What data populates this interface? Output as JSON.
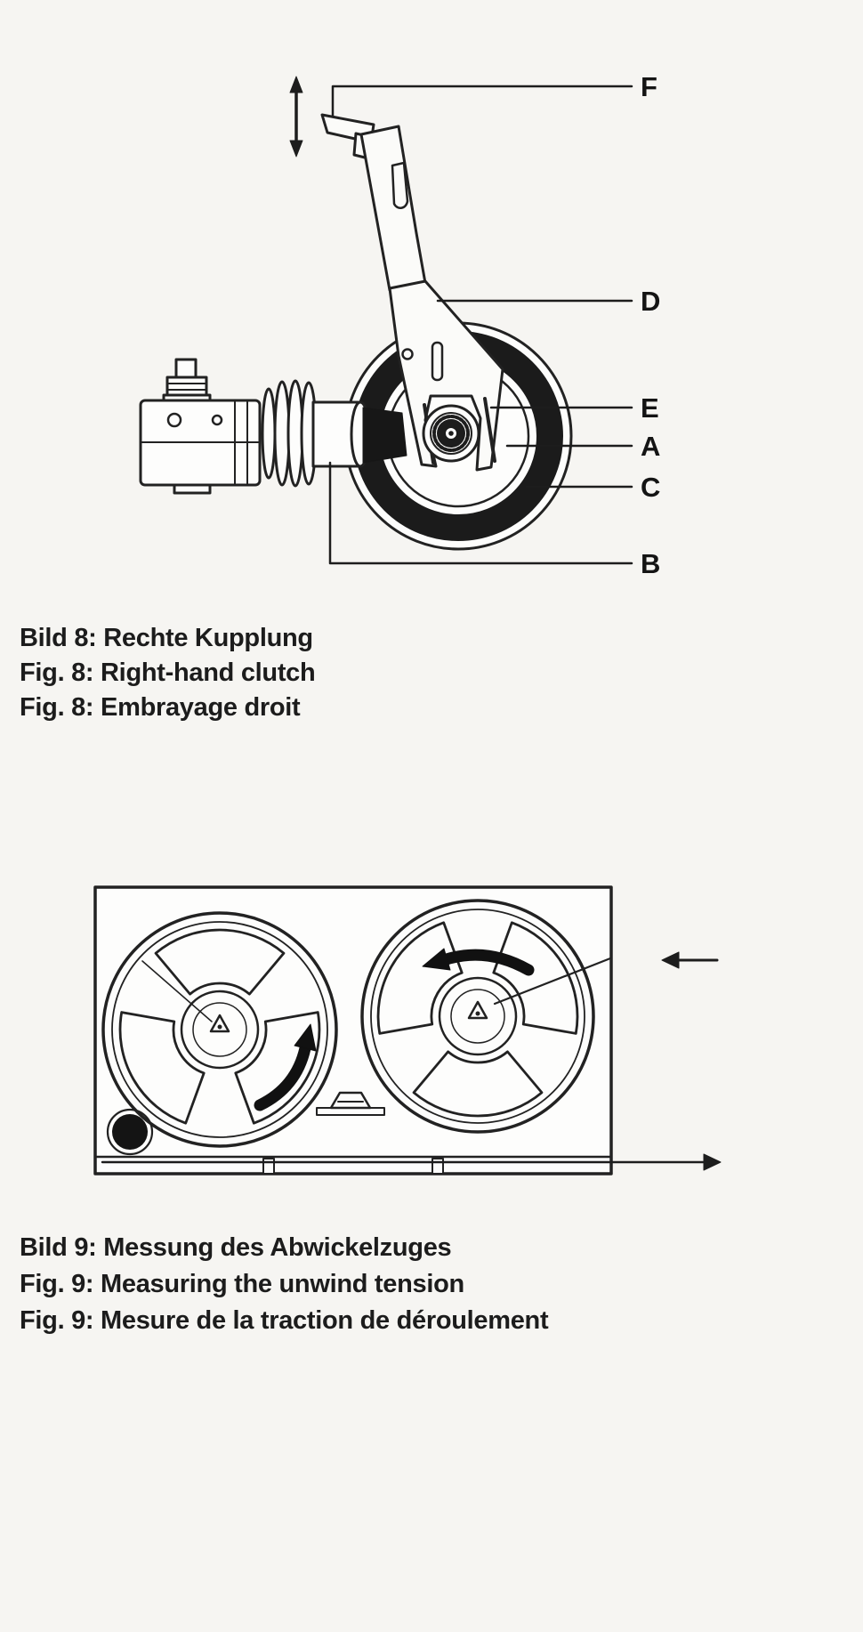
{
  "page": {
    "paper_color": "#f6f5f2",
    "ink_color": "#1d1d1d"
  },
  "figure8": {
    "callouts": [
      {
        "label": "F"
      },
      {
        "label": "D"
      },
      {
        "label": "E"
      },
      {
        "label": "A"
      },
      {
        "label": "C"
      },
      {
        "label": "B"
      }
    ],
    "captions": {
      "line1": "Bild 8: Rechte Kupplung",
      "line2": "Fig. 8: Right-hand clutch",
      "line3": "Fig. 8: Embrayage droit"
    }
  },
  "figure9": {
    "captions": {
      "line1": "Bild 9: Messung des Abwickelzuges",
      "line2": "Fig. 9: Measuring the unwind tension",
      "line3": "Fig. 9: Mesure de la traction de déroulement"
    }
  }
}
